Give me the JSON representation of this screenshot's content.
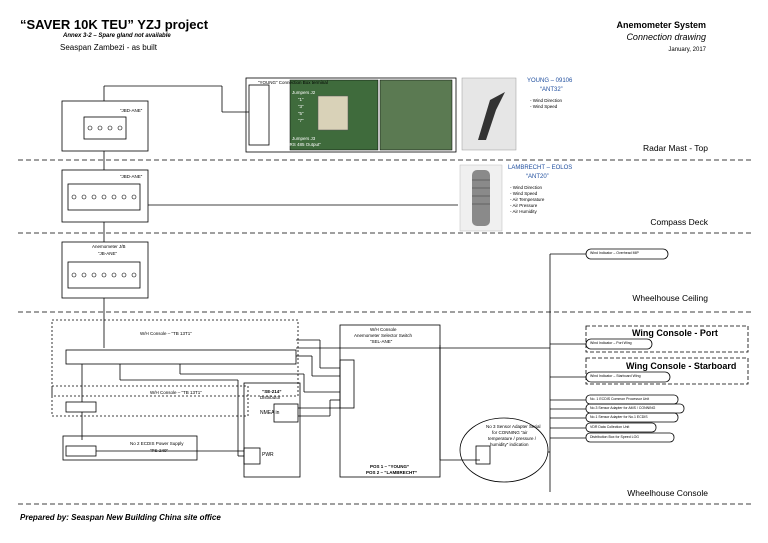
{
  "header": {
    "title": "“SAVER 10K TEU” YZJ project",
    "annex": "Annex 3-2 – Spare gland not available",
    "vessel": "Seaspan Zambezi - as built",
    "system": "Anemometer System",
    "drawing": "Connection drawing",
    "date": "January, 2017"
  },
  "zones": {
    "radar_mast": "Radar Mast - Top",
    "compass_deck": "Compass Deck",
    "wheelhouse_ceiling": "Wheelhouse Ceiling",
    "wheelhouse_console": "Wheelhouse Console"
  },
  "young": {
    "box_title": "“YOUNG” Connection Box terminal",
    "jumpers_j2": "Jumpers J2",
    "jumper1": "“1”",
    "jumper2": "“3”",
    "jumper3": "“5”",
    "jumper4": "“7”",
    "jumpers_j3": "Jumpers J3",
    "rs485": "“RS 485 Output”",
    "model": "YOUNG – 09106",
    "tag": "“ANT32”",
    "spec1": "- Wind Direction",
    "spec2": "- Wind Speed"
  },
  "lambrecht": {
    "model": "LAMBRECHT – EOLOS",
    "tag": "“ANT20”",
    "spec1": "- Wind Direction",
    "spec2": "- Wind Speed",
    "spec3": "- Air Temperature",
    "spec4": "- Air Pressure",
    "spec5": "- Air Humidity"
  },
  "jb_top": {
    "label": "“JBD-ANE”"
  },
  "jb_compass": {
    "label": "“JBD-ANE”"
  },
  "jb_ceiling": {
    "title": "Anemometer J/B",
    "label": "“JB-ANE”"
  },
  "console": {
    "tb13_upper": "W/H Console – “TB 13T1”",
    "tb13_lower": "W/H Console – “TB 13T1”",
    "power_supply_line1": "No 2 ECDIS Power Supply",
    "power_supply_line2": "“PS-240”",
    "distributor_title": "“SE-214”",
    "distributor_sub": "Distributor",
    "nmea_in": "NMEA in",
    "pwr": "PWR",
    "switch_line1": "W/H Console",
    "switch_line2": "Anemometer Selector Switch",
    "switch_line3": "“SEL-ANE”",
    "pos1": "POS 1 – “YOUNG”",
    "pos2": "POS 2 – “LAMBRECHT”",
    "adapter_line1": "No 3 Sensor Adapter Serial",
    "adapter_line2": "for CONNING “air",
    "adapter_line3": "temperature / pressure /",
    "adapter_line4": "humidity” indication"
  },
  "outputs": {
    "overhead": "Wind Indicator – Overhead MIP",
    "wing_port_title": "Wing Console - Port",
    "wing_port": "Wind Indicator – Port Wing",
    "wing_stbd_title": "Wing Console - Starboard",
    "wing_stbd": "Wind Indicator – Starboard Wing",
    "o1": "No. 1 ECDIS Common Processor Unit",
    "o2": "No.3 Sensor Adapter for AMS / CONNING",
    "o3": "No.1 Sensor Adapter for No.1 ECDIS",
    "o4": "VDR Data Collection Unit",
    "o5": "Distribution Box for Speed LOG"
  },
  "footer": {
    "prepared": "Prepared by: Seaspan New Building China site office"
  }
}
